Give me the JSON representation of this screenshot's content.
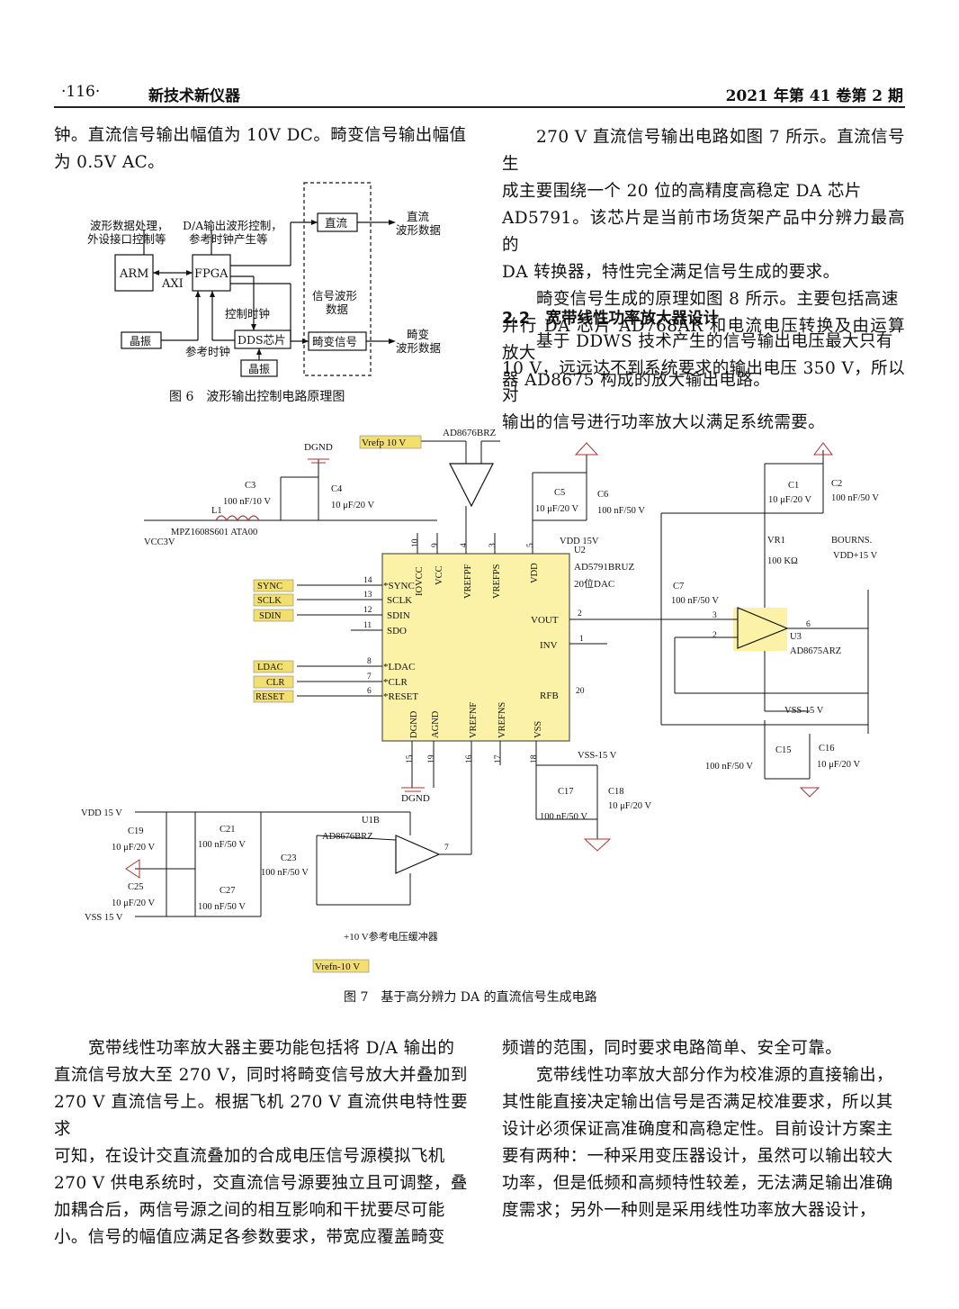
{
  "header": {
    "page_number": "·116·",
    "journal": "新技术新仪器",
    "issue": "2021 年第 41 卷第 2 期"
  },
  "left_col_top": [
    "钟。直流信号输出幅值为 10V DC。畸变信号输出幅值",
    "为 0.5V AC。"
  ],
  "fig6": {
    "caption": "图 6　波形输出控制电路原理图",
    "labels": {
      "top_left": "波形数据处理，",
      "top_left2": "外设接口控制等",
      "top_mid": "D/A输出波形控制，",
      "top_mid2": "参考时钟产生等",
      "arm": "ARM",
      "fpga": "FPGA",
      "axi": "AXI",
      "dc": "直流",
      "dc_out": "直流",
      "dc_out2": "波形数据",
      "signal": "信号波形",
      "signal2": "数据",
      "ctrl_clk": "控制时钟",
      "crystal_left": "晶振",
      "dds": "DDS芯片",
      "distort": "畸变信号",
      "distort_out": "畸变",
      "distort_out2": "波形数据",
      "ref_clk": "参考时钟",
      "crystal_bottom": "晶振"
    }
  },
  "right_col_top": [
    "270 V 直流信号输出电路如图 7 所示。直流信号生",
    "成主要围绕一个 20 位的高精度高稳定 DA 芯片",
    "AD5791。该芯片是当前市场货架产品中分辨力最高的",
    "DA 转换器，特性完全满足信号生成的要求。",
    "畸变信号生成的原理如图 8 所示。主要包括高速",
    "并行 DA 芯片 AD768AR 和电流电压转换及由运算放大",
    "器 AD8675 构成的放大输出电路。"
  ],
  "section": "2.2　宽带线性功率放大器设计",
  "right_col_after_sec": [
    "基于 DDWS 技术产生的信号输出电压最大只有",
    "10 V，远远达不到系统要求的输出电压 350 V，所以对",
    "输出的信号进行功率放大以满足系统需要。"
  ],
  "fig7": {
    "caption": "图 7　基于高分辨力 DA 的直流信号生成电路",
    "vrefp_net": "Vrefp 10 V",
    "vrefn_net": "Vrefn-10 V",
    "ad8676_top": "AD8676BRZ",
    "dgnd": "DGND",
    "c3": "C3",
    "c3v": "100 nF/10 V",
    "c4": "C4",
    "c4v": "10 μF/20 V",
    "l1": "L1",
    "l1v": "MPZ1608S601 ATA00",
    "vcc3v": "VCC3V",
    "c5": "C5",
    "c5v": "10 μF/20 V",
    "c6": "C6",
    "c6v": "100 nF/50 V",
    "vdd15": "VDD 15V",
    "u2": "U2",
    "chip": "AD5791BRUZ",
    "chip2": "20位DAC",
    "pins_top": [
      "IOVCC",
      "VCC",
      "VREFPF",
      "VREFPS",
      "VDD"
    ],
    "pins_top_num": [
      "10",
      "9",
      "4",
      "3",
      "5"
    ],
    "pins_left": [
      "*SYNC",
      "SCLK",
      "SDIN",
      "SDO",
      "*LDAC",
      "*CLR",
      "*RESET"
    ],
    "pins_left_num": [
      "14",
      "13",
      "12",
      "11",
      "8",
      "7",
      "6"
    ],
    "nets_left": [
      "SYNC",
      "SCLK",
      "SDIN",
      "LDAC",
      "CLR",
      "RESET"
    ],
    "pins_right": [
      "VOUT",
      "INV",
      "RFB"
    ],
    "pins_right_num": [
      "2",
      "1",
      "20"
    ],
    "pins_bottom": [
      "DGND",
      "AGND",
      "VREFNF",
      "VREFNS",
      "VSS"
    ],
    "pins_bottom_num": [
      "15",
      "19",
      "16",
      "17",
      "18"
    ],
    "c7": "C7",
    "c7v": "100 nF/50 V",
    "c1": "C1",
    "c1v": "10 μF/20 V",
    "c2": "C2",
    "c2v": "100 nF/50 V",
    "vr1": "VR1",
    "vr1v": "100 KΩ",
    "bourns": "BOURNS.",
    "vddp15": "VDD+15 V",
    "u3": "U3",
    "u3v": "AD8675ARZ",
    "vss15a": "VSS-15 V",
    "c15": "C15",
    "c15v": "100 nF/50 V",
    "c16": "C16",
    "c16v": "10 μF/20 V",
    "vss15b": "VSS-15 V",
    "c17": "C17",
    "c17v": "100 nF/50 V",
    "c18": "C18",
    "c18v": "10 μF/20 V",
    "vdd15b": "VDD 15 V",
    "vss15c": "VSS 15 V",
    "c19": "C19",
    "c19v": "10 μF/20 V",
    "c21": "C21",
    "c21v": "100 nF/50 V",
    "c23": "C23",
    "c23v": "100 nF/50 V",
    "c25": "C25",
    "c25v": "10 μF/20 V",
    "c27": "C27",
    "c27v": "100 nF/50 V",
    "u1b": "U1B",
    "u1bv": "AD8676BRZ",
    "buffer": "+10 V参考电压缓冲器"
  },
  "left_col_bottom": [
    "宽带线性功率放大器主要功能包括将 D/A 输出的",
    "直流信号放大至 270 V，同时将畸变信号放大并叠加到",
    "270 V 直流信号上。根据飞机 270 V 直流供电特性要求",
    "可知，在设计交直流叠加的合成电压信号源模拟飞机",
    "270 V 供电系统时，交直流信号源要独立且可调整，叠",
    "加耦合后，两信号源之间的相互影响和干扰要尽可能",
    "小。信号的幅值应满足各参数要求，带宽应覆盖畸变"
  ],
  "right_col_bottom": [
    "频谱的范围，同时要求电路简单、安全可靠。",
    "宽带线性功率放大部分作为校准源的直接输出，",
    "其性能直接决定输出信号是否满足校准要求，所以其",
    "设计必须保证高准确度和高稳定性。目前设计方案主",
    "要有两种：一种采用变压器设计，虽然可以输出较大",
    "功率，但是低频和高频特性较差，无法满足输出准确",
    "度需求；另外一种则是采用线性功率放大器设计，"
  ]
}
